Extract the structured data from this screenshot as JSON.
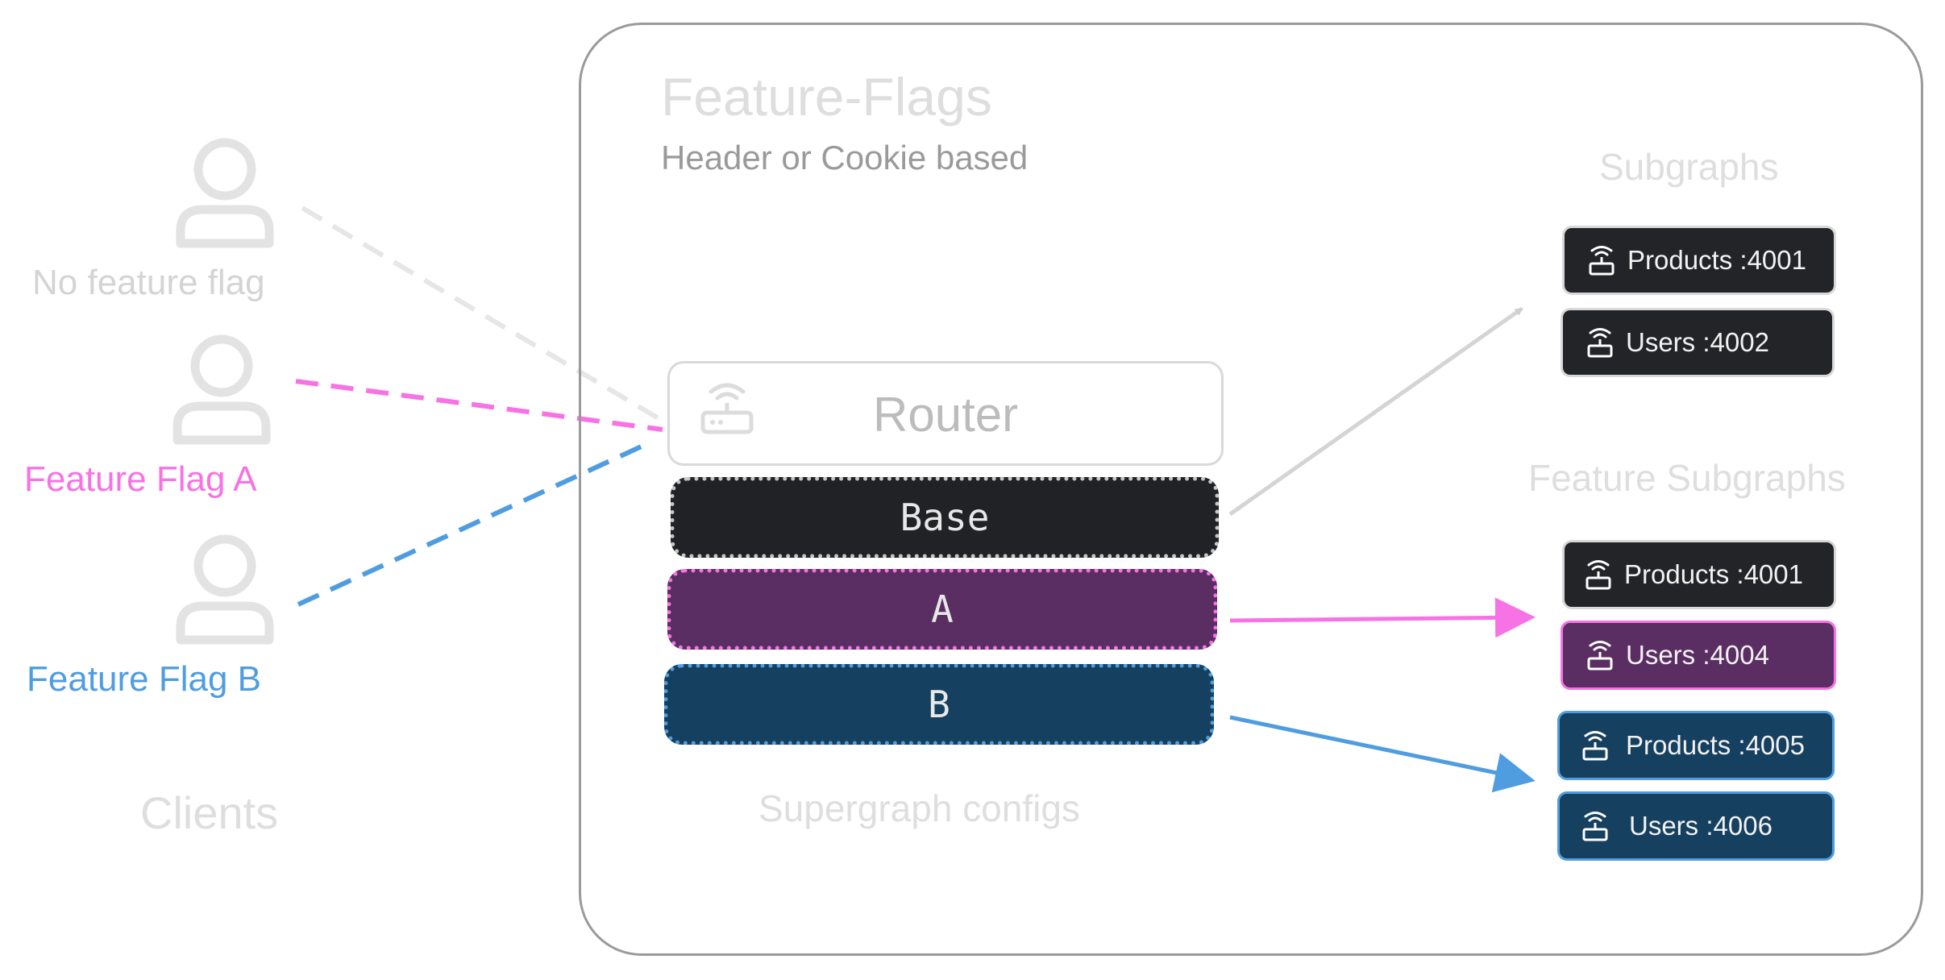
{
  "title": "Feature-Flags",
  "subtitle": "Header or Cookie based",
  "clients": {
    "label": "Clients",
    "items": [
      {
        "label": "No feature flag",
        "color": "#d4d4d4"
      },
      {
        "label": "Feature Flag A",
        "color": "#f772e4"
      },
      {
        "label": "Feature Flag B",
        "color": "#4f9de0"
      }
    ]
  },
  "router": {
    "label": "Router"
  },
  "configs": {
    "label": "Supergraph configs",
    "items": [
      {
        "label": "Base",
        "color": "#212225"
      },
      {
        "label": "A",
        "color": "#5a2e62"
      },
      {
        "label": "B",
        "color": "#16405f"
      }
    ]
  },
  "subgraphs": {
    "label": "Subgraphs",
    "items": [
      {
        "label": "Products :4001"
      },
      {
        "label": "Users :4002"
      }
    ]
  },
  "feature_subgraphs": {
    "label": "Feature Subgraphs",
    "items": [
      {
        "label": "Products :4001"
      },
      {
        "label": "Users :4004"
      },
      {
        "label": "Products :4005"
      },
      {
        "label": "Users :4006"
      }
    ]
  },
  "colors": {
    "flag_a": "#f772e4",
    "flag_b": "#4f9de0",
    "neutral": "#d4d4d4",
    "dark": "#212225"
  },
  "icons": [
    "person-icon",
    "router-icon"
  ]
}
